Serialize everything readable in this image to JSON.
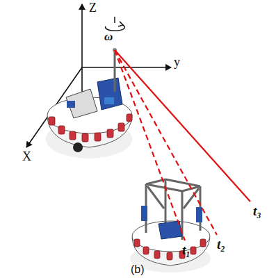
{
  "diagram": {
    "caption": "(b)",
    "labels": [
      "Z",
      "y",
      "X",
      "ω",
      "t₁",
      "t₂",
      "t₃"
    ]
  }
}
